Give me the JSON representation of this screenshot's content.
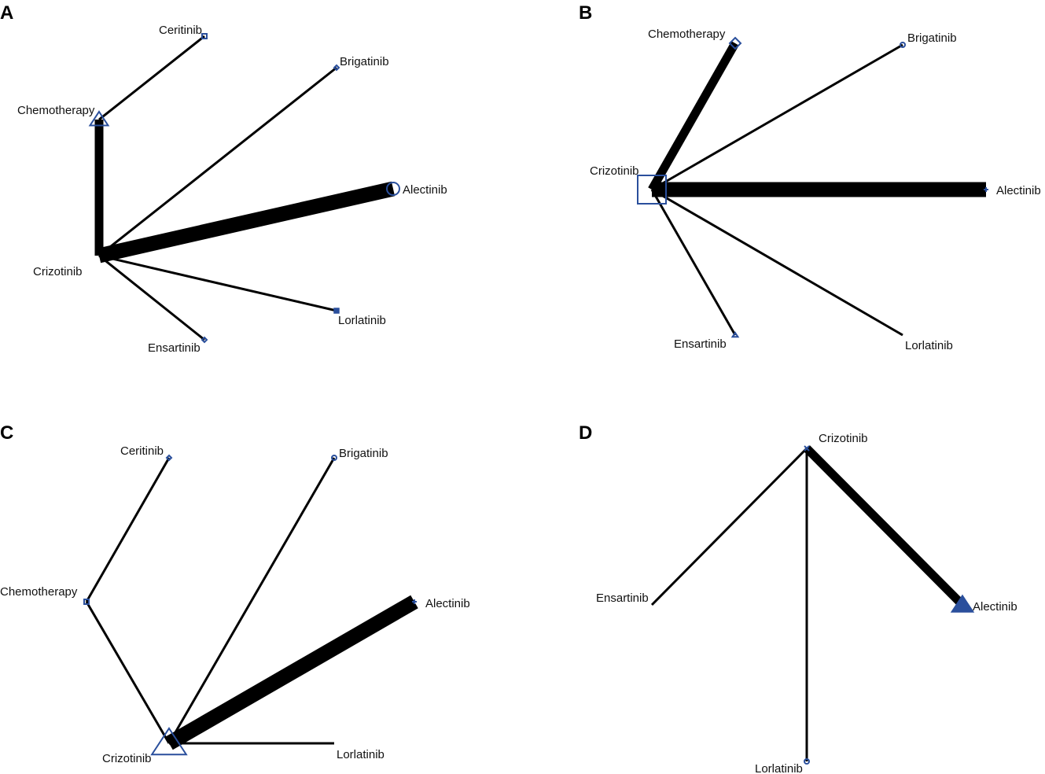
{
  "panels": [
    {
      "letter": "A",
      "nodes": [
        "Ceritinib",
        "Brigatinib",
        "Chemotherapy",
        "Alectinib",
        "Crizotinib",
        "Lorlatinib",
        "Ensartinib"
      ],
      "edges": [
        {
          "from": "Chemotherapy",
          "to": "Ceritinib",
          "weight": 1
        },
        {
          "from": "Chemotherapy",
          "to": "Crizotinib",
          "weight": 3
        },
        {
          "from": "Crizotinib",
          "to": "Brigatinib",
          "weight": 1
        },
        {
          "from": "Crizotinib",
          "to": "Alectinib",
          "weight": 5
        },
        {
          "from": "Crizotinib",
          "to": "Lorlatinib",
          "weight": 1
        },
        {
          "from": "Crizotinib",
          "to": "Ensartinib",
          "weight": 1
        }
      ],
      "node_markers": {
        "Ceritinib": "square",
        "Brigatinib": "diamond",
        "Chemotherapy": "triangle",
        "Alectinib": "circle",
        "Crizotinib": "none",
        "Lorlatinib": "square-filled",
        "Ensartinib": "diamond"
      }
    },
    {
      "letter": "B",
      "nodes": [
        "Chemotherapy",
        "Brigatinib",
        "Crizotinib",
        "Alectinib",
        "Ensartinib",
        "Lorlatinib"
      ],
      "edges": [
        {
          "from": "Crizotinib",
          "to": "Chemotherapy",
          "weight": 3
        },
        {
          "from": "Crizotinib",
          "to": "Brigatinib",
          "weight": 1
        },
        {
          "from": "Crizotinib",
          "to": "Alectinib",
          "weight": 5
        },
        {
          "from": "Crizotinib",
          "to": "Ensartinib",
          "weight": 1
        },
        {
          "from": "Crizotinib",
          "to": "Lorlatinib",
          "weight": 1
        }
      ],
      "node_markers": {
        "Chemotherapy": "diamond",
        "Brigatinib": "circle",
        "Crizotinib": "square",
        "Alectinib": "plus",
        "Ensartinib": "triangle",
        "Lorlatinib": "none"
      }
    },
    {
      "letter": "C",
      "nodes": [
        "Ceritinib",
        "Brigatinib",
        "Chemotherapy",
        "Alectinib",
        "Crizotinib",
        "Lorlatinib"
      ],
      "edges": [
        {
          "from": "Chemotherapy",
          "to": "Ceritinib",
          "weight": 1
        },
        {
          "from": "Chemotherapy",
          "to": "Crizotinib",
          "weight": 1
        },
        {
          "from": "Crizotinib",
          "to": "Brigatinib",
          "weight": 1
        },
        {
          "from": "Crizotinib",
          "to": "Alectinib",
          "weight": 5
        },
        {
          "from": "Crizotinib",
          "to": "Lorlatinib",
          "weight": 1
        }
      ],
      "node_markers": {
        "Ceritinib": "diamond",
        "Brigatinib": "circle",
        "Chemotherapy": "square",
        "Alectinib": "plus",
        "Crizotinib": "triangle",
        "Lorlatinib": "none"
      }
    },
    {
      "letter": "D",
      "nodes": [
        "Crizotinib",
        "Ensartinib",
        "Alectinib",
        "Lorlatinib"
      ],
      "edges": [
        {
          "from": "Crizotinib",
          "to": "Ensartinib",
          "weight": 1
        },
        {
          "from": "Crizotinib",
          "to": "Alectinib",
          "weight": 3
        },
        {
          "from": "Crizotinib",
          "to": "Lorlatinib",
          "weight": 1
        }
      ],
      "node_markers": {
        "Crizotinib": "cross",
        "Ensartinib": "none",
        "Alectinib": "triangle-filled",
        "Lorlatinib": "circle"
      }
    }
  ],
  "colors": {
    "edge": "#000000",
    "marker": "#2a4f9c",
    "text": "#111111"
  }
}
